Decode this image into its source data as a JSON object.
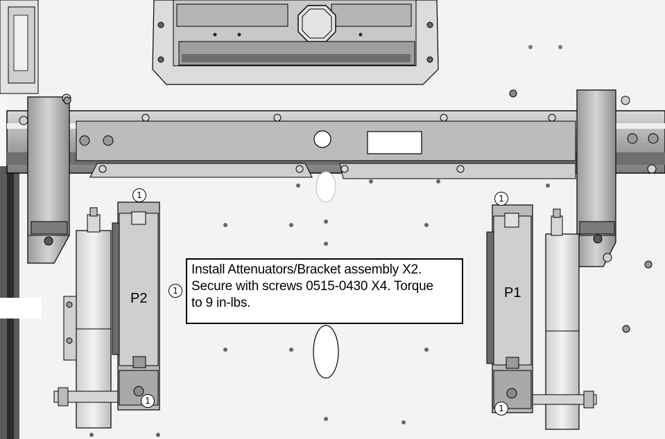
{
  "diagram": {
    "callout_number": "1",
    "callout_lines": [
      "Install Attenuators/Bracket assembly X2.",
      "Secure with screws 0515-0430 X4. Torque",
      "to 9 in-lbs."
    ],
    "port_left": "P2",
    "port_right": "P1",
    "screw_marker": "1"
  },
  "colors": {
    "outline": "#000000",
    "metal_light": "#e6e6e6",
    "metal_mid": "#bdbdbd",
    "metal_dark": "#8a8a8a",
    "plate": "#f4f4f4"
  }
}
